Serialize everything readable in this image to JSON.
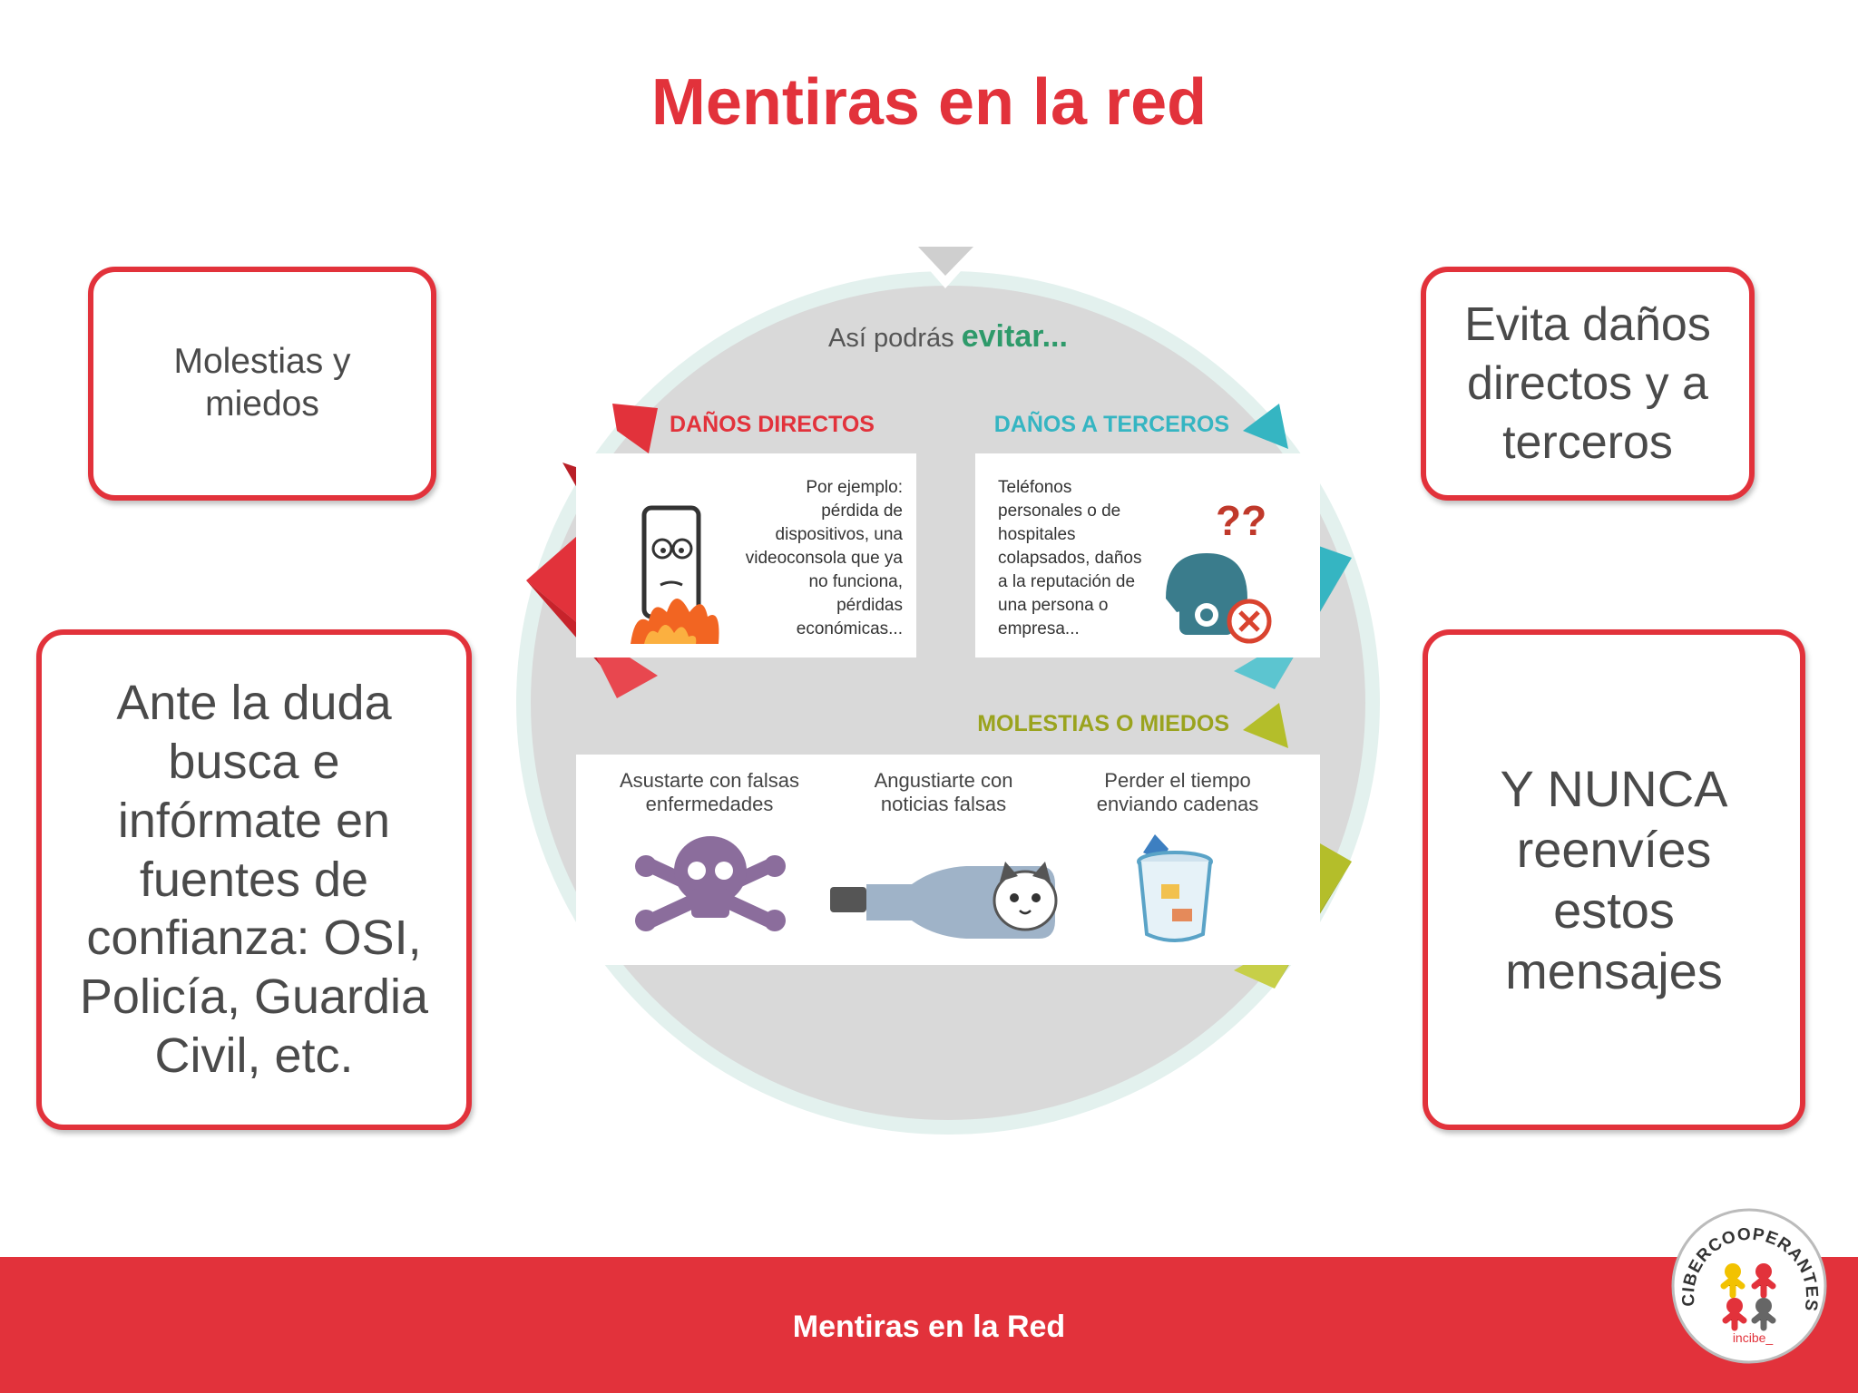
{
  "slide": {
    "title": "Mentiras en la red",
    "footer": "Mentiras en la Red"
  },
  "callouts": {
    "top_left": "Molestias y\nmiedos",
    "bottom_left": "Ante la duda\nbusca e\ninfórmate en\nfuentes de\nconfianza: OSI,\nPolicía, Guardia\nCivil, etc.",
    "top_right": "Evita daños\ndirectos y a\nterceros",
    "bottom_right": "Y NUNCA\nreenvíes\nestos\nmensajes"
  },
  "infographic": {
    "intro_prefix": "Así podrás ",
    "intro_emphasis": "evitar...",
    "danos_directos": {
      "heading": "DAÑOS DIRECTOS",
      "lines": [
        "Por ejemplo:",
        "pérdida de",
        "dispositivos, una",
        "videoconsola que ya",
        "no funciona,",
        "pérdidas",
        "económicas..."
      ]
    },
    "danos_terceros": {
      "heading": "DAÑOS A  TERCEROS",
      "lines": [
        "Teléfonos",
        "personales o de",
        "hospitales",
        "colapsados, daños",
        "a la reputación de",
        "una persona o",
        "empresa..."
      ]
    },
    "molestias": {
      "heading": "MOLESTIAS O MIEDOS",
      "items": [
        {
          "line1": "Asustarte con falsas",
          "line2": "enfermedades"
        },
        {
          "line1": "Angustiarte con",
          "line2": "noticias falsas"
        },
        {
          "line1": "Perder el tiempo",
          "line2": "enviando cadenas"
        }
      ]
    }
  },
  "logo": {
    "text": "CIBERCOOPERANTES",
    "subtext": "incibe_"
  },
  "colors": {
    "brand_red": "#e2323b",
    "teal": "#35b5c2",
    "green_text": "#2e9a6a",
    "olive": "#b4be2a",
    "circle_grey": "#d9d9d9"
  }
}
